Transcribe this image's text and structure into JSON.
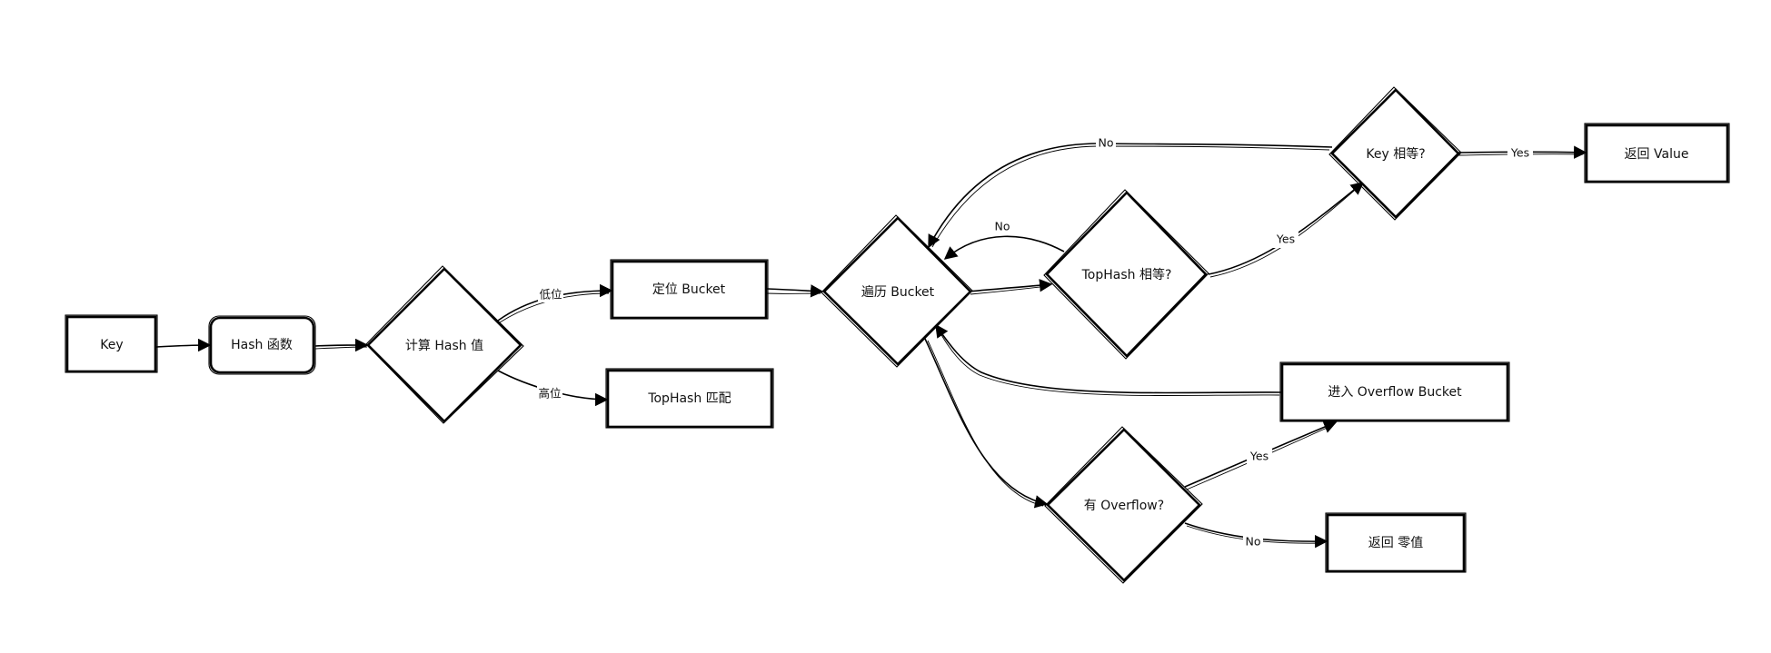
{
  "nodes": {
    "key": "Key",
    "hash_func": "Hash 函数",
    "compute_hash": "计算 Hash 值",
    "locate_bucket": "定位 Bucket",
    "tophash_match": "TopHash 匹配",
    "traverse_bucket": "遍历 Bucket",
    "tophash_equal": "TopHash 相等?",
    "key_equal": "Key 相等?",
    "return_value": "返回 Value",
    "enter_overflow": "进入 Overflow Bucket",
    "has_overflow": "有 Overflow?",
    "return_zero": "返回 零值"
  },
  "edges": {
    "low_bits": "低位",
    "high_bits": "高位",
    "tophash_no": "No",
    "tophash_yes": "Yes",
    "key_no": "No",
    "key_yes": "Yes",
    "overflow_yes": "Yes",
    "overflow_no": "No"
  }
}
